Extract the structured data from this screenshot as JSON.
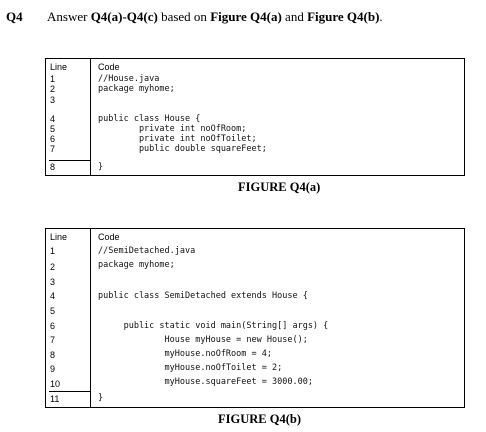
{
  "question": {
    "number": "Q4",
    "text_prefix": "Answer ",
    "text_range": "Q4(a)-Q4(c)",
    "text_middle": " based on ",
    "figure_a_ref": "Figure Q4(a)",
    "text_and": " and ",
    "figure_b_ref": "Figure Q4(b)",
    "text_end": "."
  },
  "figure_a": {
    "caption": "FIGURE Q4(a)",
    "header_line": "Line",
    "header_code": "Code",
    "lines": [
      {
        "num": "1",
        "code": "//House.java"
      },
      {
        "num": "2",
        "code": "package myhome;"
      },
      {
        "num": "3",
        "code": ""
      },
      {
        "num": "4",
        "code": "public class House {"
      },
      {
        "num": "5",
        "code": "        private int noOfRoom;"
      },
      {
        "num": "6",
        "code": "        private int noOfToilet;"
      },
      {
        "num": "7",
        "code": "        public double squareFeet;"
      },
      {
        "num": "8",
        "code": "}"
      }
    ]
  },
  "figure_b": {
    "caption": "FIGURE Q4(b)",
    "header_line": "Line",
    "header_code": "Code",
    "lines": [
      {
        "num": "1",
        "code": "//SemiDetached.java"
      },
      {
        "num": "2",
        "code": "package myhome;"
      },
      {
        "num": "3",
        "code": ""
      },
      {
        "num": "4",
        "code": "public class SemiDetached extends House {"
      },
      {
        "num": "5",
        "code": ""
      },
      {
        "num": "6",
        "code": "     public static void main(String[] args) {"
      },
      {
        "num": "7",
        "code": "             House myHouse = new House();"
      },
      {
        "num": "8",
        "code": "             myHouse.noOfRoom = 4;"
      },
      {
        "num": "9",
        "code": "             myHouse.noOfToilet = 2;"
      },
      {
        "num": "10",
        "code": "             myHouse.squareFeet = 3000.00;"
      },
      {
        "num": "11",
        "code": "}"
      }
    ]
  }
}
